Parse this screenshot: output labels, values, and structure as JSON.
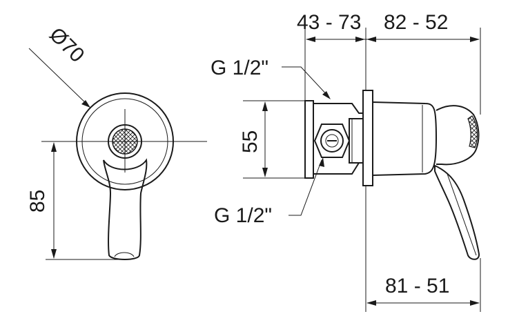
{
  "front_view": {
    "diameter_label": "Ø70",
    "height_label": "85"
  },
  "side_view": {
    "top_left_label": "43 - 73",
    "top_right_label": "82 - 52",
    "bottom_label": "81 - 51",
    "height_label": "55",
    "thread_top_label": "G 1/2\"",
    "thread_bottom_label": "G 1/2\""
  }
}
